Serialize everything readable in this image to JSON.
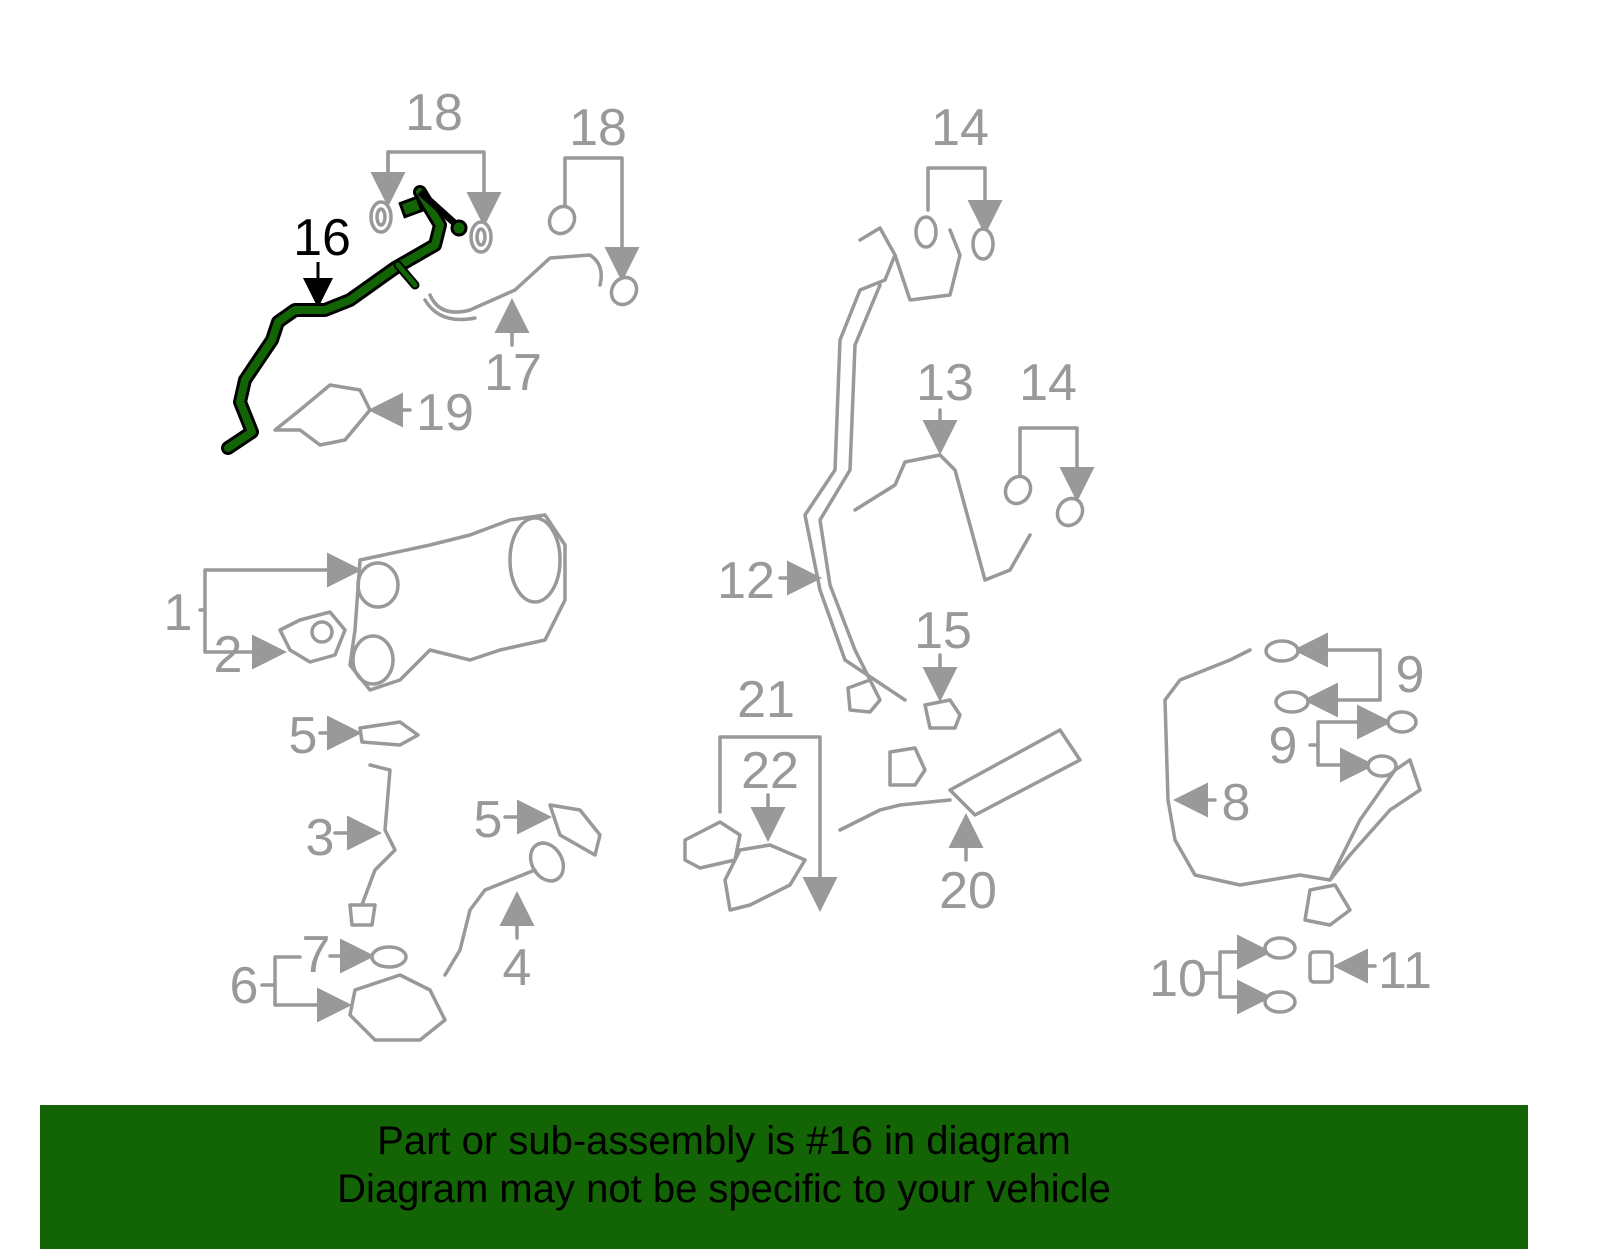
{
  "diagram": {
    "highlight_color": "#136405",
    "highlighted_part": "16",
    "callouts": [
      "18",
      "18",
      "16",
      "17",
      "19",
      "14",
      "13",
      "14",
      "1",
      "2",
      "12",
      "15",
      "21",
      "22",
      "9",
      "9",
      "8",
      "5",
      "3",
      "5",
      "4",
      "7",
      "6",
      "20",
      "10",
      "11"
    ]
  },
  "banner": {
    "line1": "Part or sub-assembly is #16 in diagram",
    "line2": "Diagram may not be specific to your vehicle"
  }
}
